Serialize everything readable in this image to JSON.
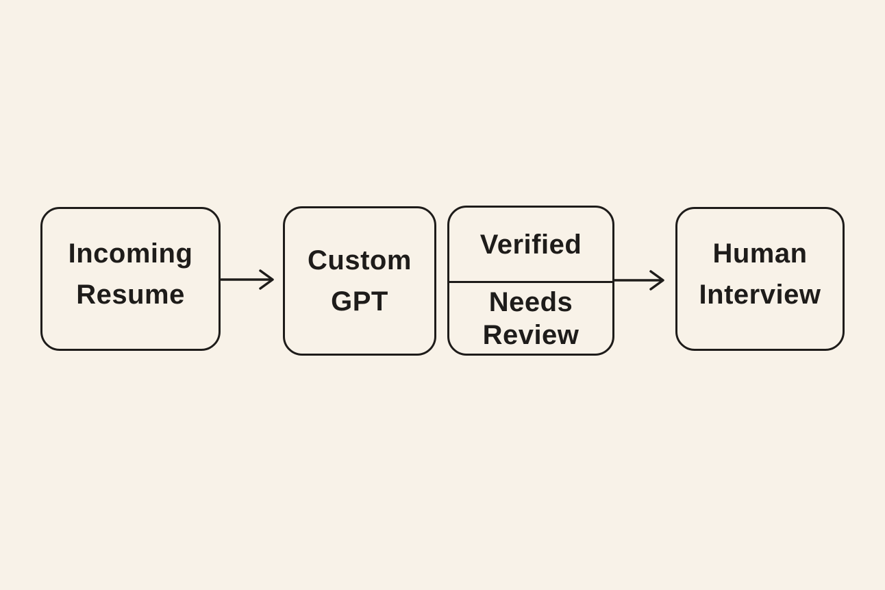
{
  "colors": {
    "background": "#F8F2E8",
    "ink": "#1E1C1A"
  },
  "flowchart": {
    "nodes": {
      "incoming_resume": {
        "line1": "Incoming",
        "line2": "Resume"
      },
      "custom_gpt": {
        "line1": "Custom",
        "line2": "GPT"
      },
      "verified_review": {
        "top": "Verified",
        "bottom_line1": "Needs",
        "bottom_line2": "Review"
      },
      "human_interview": {
        "line1": "Human",
        "line2": "Interview"
      }
    },
    "connections": [
      {
        "from": "Incoming Resume",
        "to": "Custom GPT",
        "style": "arrow-right"
      },
      {
        "from": "Verified / Needs Review",
        "to": "Human Interview",
        "style": "arrow-right"
      }
    ]
  }
}
